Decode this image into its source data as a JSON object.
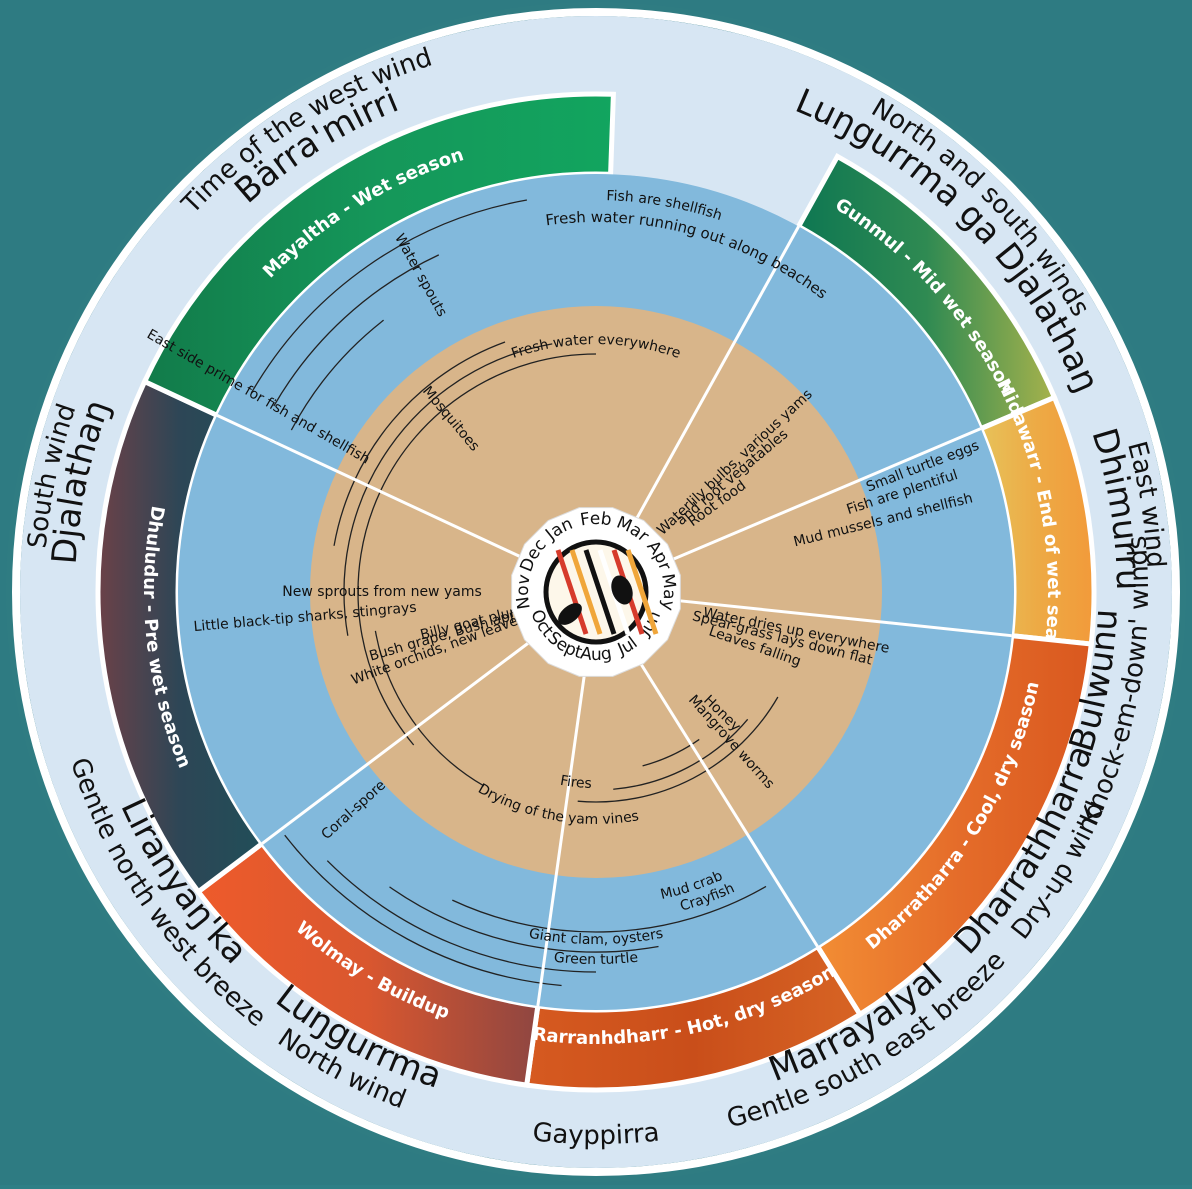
{
  "calendar": {
    "seasons": [
      {
        "name": "Gunmul",
        "subtitle": "Mid wet season",
        "start": 29,
        "end": 67,
        "colors": [
          "#0e7752",
          "#2f8a52",
          "#a6b24c"
        ]
      },
      {
        "name": "Midawarr",
        "subtitle": "End of wet season",
        "start": 67,
        "end": 96,
        "colors": [
          "#e7c25a",
          "#edaa45",
          "#f29a3a"
        ]
      },
      {
        "name": "Dharratharra",
        "subtitle": "Cool, dry season",
        "start": 96,
        "end": 148,
        "colors": [
          "#f28d34",
          "#e56d2a",
          "#d9581f"
        ]
      },
      {
        "name": "Rarranhdharr",
        "subtitle": "Hot, dry season",
        "start": 148,
        "end": 188,
        "colors": [
          "#d65a20",
          "#c94e1a",
          "#d76424"
        ]
      },
      {
        "name": "Wolmay",
        "subtitle": "Buildup",
        "start": 188,
        "end": 233,
        "colors": [
          "#ee5b2b",
          "#d9572f",
          "#8f4641"
        ]
      },
      {
        "name": "Dhuludur",
        "subtitle": "Pre wet season",
        "start": 233,
        "end": 295,
        "colors": [
          "#6b4148",
          "#2d4656",
          "#214e58"
        ]
      },
      {
        "name": "Mayaltha",
        "subtitle": "Wet season",
        "start": 295,
        "end": 362,
        "colors": [
          "#127b4a",
          "#15975a",
          "#12a55f"
        ]
      }
    ],
    "winds": [
      {
        "lines": [
          "North and south winds",
          "Luŋgurrma ga Djalathaŋ"
        ],
        "center": 45
      },
      {
        "lines": [
          "East wind",
          "Dhimurru"
        ],
        "center": 81
      },
      {
        "lines": [
          "'Knock-em-down' winds",
          "Bulwunu"
        ],
        "center": 100
      },
      {
        "lines": [
          "Dry-up wind",
          "Dharrathharra"
        ],
        "center": 121
      },
      {
        "lines": [
          "Gentle south east breeze",
          "Marrayalyal"
        ],
        "center": 149
      },
      {
        "lines": [
          "Gayppirra"
        ],
        "center": 180
      },
      {
        "lines": [
          "North wind",
          "Luŋgurrma"
        ],
        "center": 208
      },
      {
        "lines": [
          "Gentle north west breeze",
          "Liranyaŋ'ka"
        ],
        "center": 235
      },
      {
        "lines": [
          "South wind",
          "Djalathaŋ"
        ],
        "center": 282
      },
      {
        "lines": [
          "Time of the west wind",
          "Bärra'mirri"
        ],
        "center": 328
      }
    ],
    "sea_items": [
      "Fish are shellfish",
      "Fresh water running out along beaches",
      "Small turtle eggs",
      "Fish are plentiful",
      "Mud mussels and shellfish",
      "Green turtle",
      "Giant clam, oysters",
      "Crayfish",
      "Mud crab",
      "Coral-spore",
      "Little black-tip sharks, stingrays",
      "East side prime for fish and shellfish",
      "Water spouts"
    ],
    "land_items": [
      "Fresh water everywhere",
      "Waterlily bulbs, various yams",
      "and root vegatables",
      "Root food",
      "Water dries up everywhere",
      "Spear-grass lays down flat",
      "Leaves falling",
      "Honey",
      "Mangrove worms",
      "Drying of the yam vines",
      "Fires",
      "New sprouts from new yams",
      "Mosquitoes",
      "White orchids, new leaves",
      "Bush grape, Bush apple",
      "Billy goat plum"
    ],
    "months": [
      "Jan",
      "Feb",
      "Mar",
      "Apr",
      "May",
      "Jun",
      "Jul",
      "Aug",
      "Sept",
      "Oct",
      "Nov",
      "Dec"
    ],
    "colors": {
      "outer_ring": "#d7e6f3",
      "sea_ring": "#82b9dc",
      "land_ring": "#d8b58a",
      "hub": "#ffffff"
    }
  }
}
